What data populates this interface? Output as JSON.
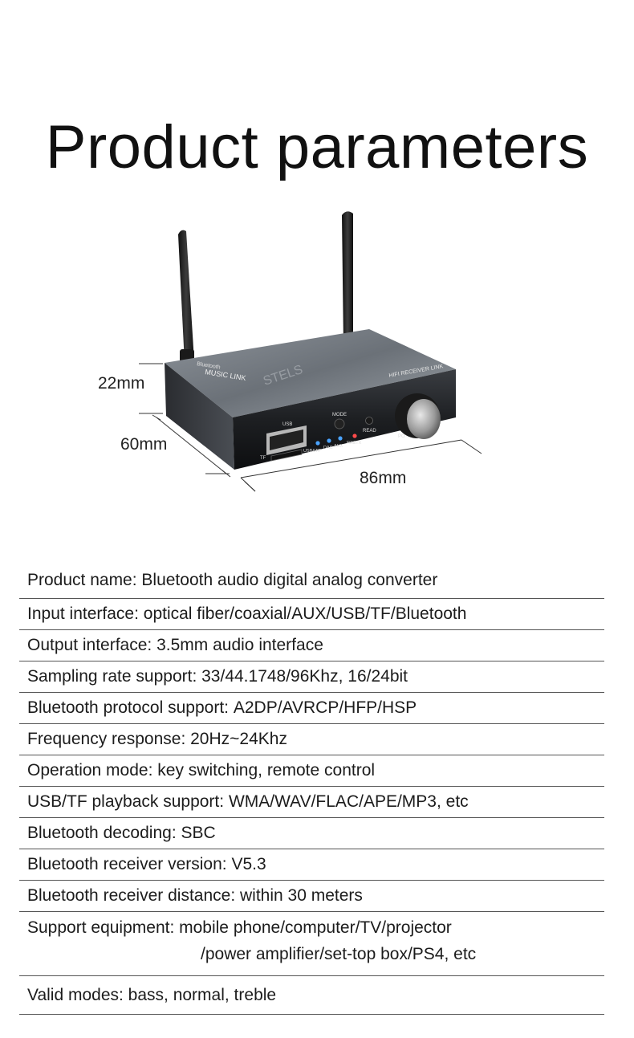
{
  "title": "Product parameters",
  "figure": {
    "dimensions": {
      "height": "22mm",
      "depth": "60mm",
      "width": "86mm"
    },
    "device_labels": {
      "brand_small": "Bluetooth",
      "brand": "MUSIC LINK",
      "watermark": "STELS",
      "model": "HIFI RECEIVER LINK",
      "usb": "USB",
      "tf": "TF",
      "mode": "MODE",
      "read": "READ",
      "led_1": "USB&TF",
      "led_2": "DAC",
      "led_3": "AUX",
      "led_4": "RX&TX",
      "power": "PO"
    }
  },
  "specs": [
    {
      "key": "Product name: ",
      "value": "Bluetooth audio digital analog converter"
    },
    {
      "key": "Input interface: ",
      "value": "optical fiber/coaxial/AUX/USB/TF/Bluetooth"
    },
    {
      "key": "Output interface: ",
      "value": "3.5mm audio interface"
    },
    {
      "key": "Sampling rate support: ",
      "value": "33/44.1748/96Khz, 16/24bit"
    },
    {
      "key": "Bluetooth protocol support: ",
      "value": "A2DP/AVRCP/HFP/HSP"
    },
    {
      "key": "Frequency response: ",
      "value": "20Hz~24Khz"
    },
    {
      "key": "Operation mode: ",
      "value": "key switching, remote control"
    },
    {
      "key": "USB/TF playback support: ",
      "value": "WMA/WAV/FLAC/APE/MP3, etc"
    },
    {
      "key": "Bluetooth decoding: ",
      "value": "SBC"
    },
    {
      "key": "Bluetooth receiver version: ",
      "value": "V5.3"
    },
    {
      "key": "Bluetooth receiver distance: ",
      "value": "within 30 meters"
    },
    {
      "key": "Support equipment: ",
      "value": "mobile phone/computer/TV/projector",
      "continuation": "/power amplifier/set-top box/PS4, etc"
    },
    {
      "key": "Valid modes: ",
      "value": "bass, normal, treble"
    }
  ]
}
